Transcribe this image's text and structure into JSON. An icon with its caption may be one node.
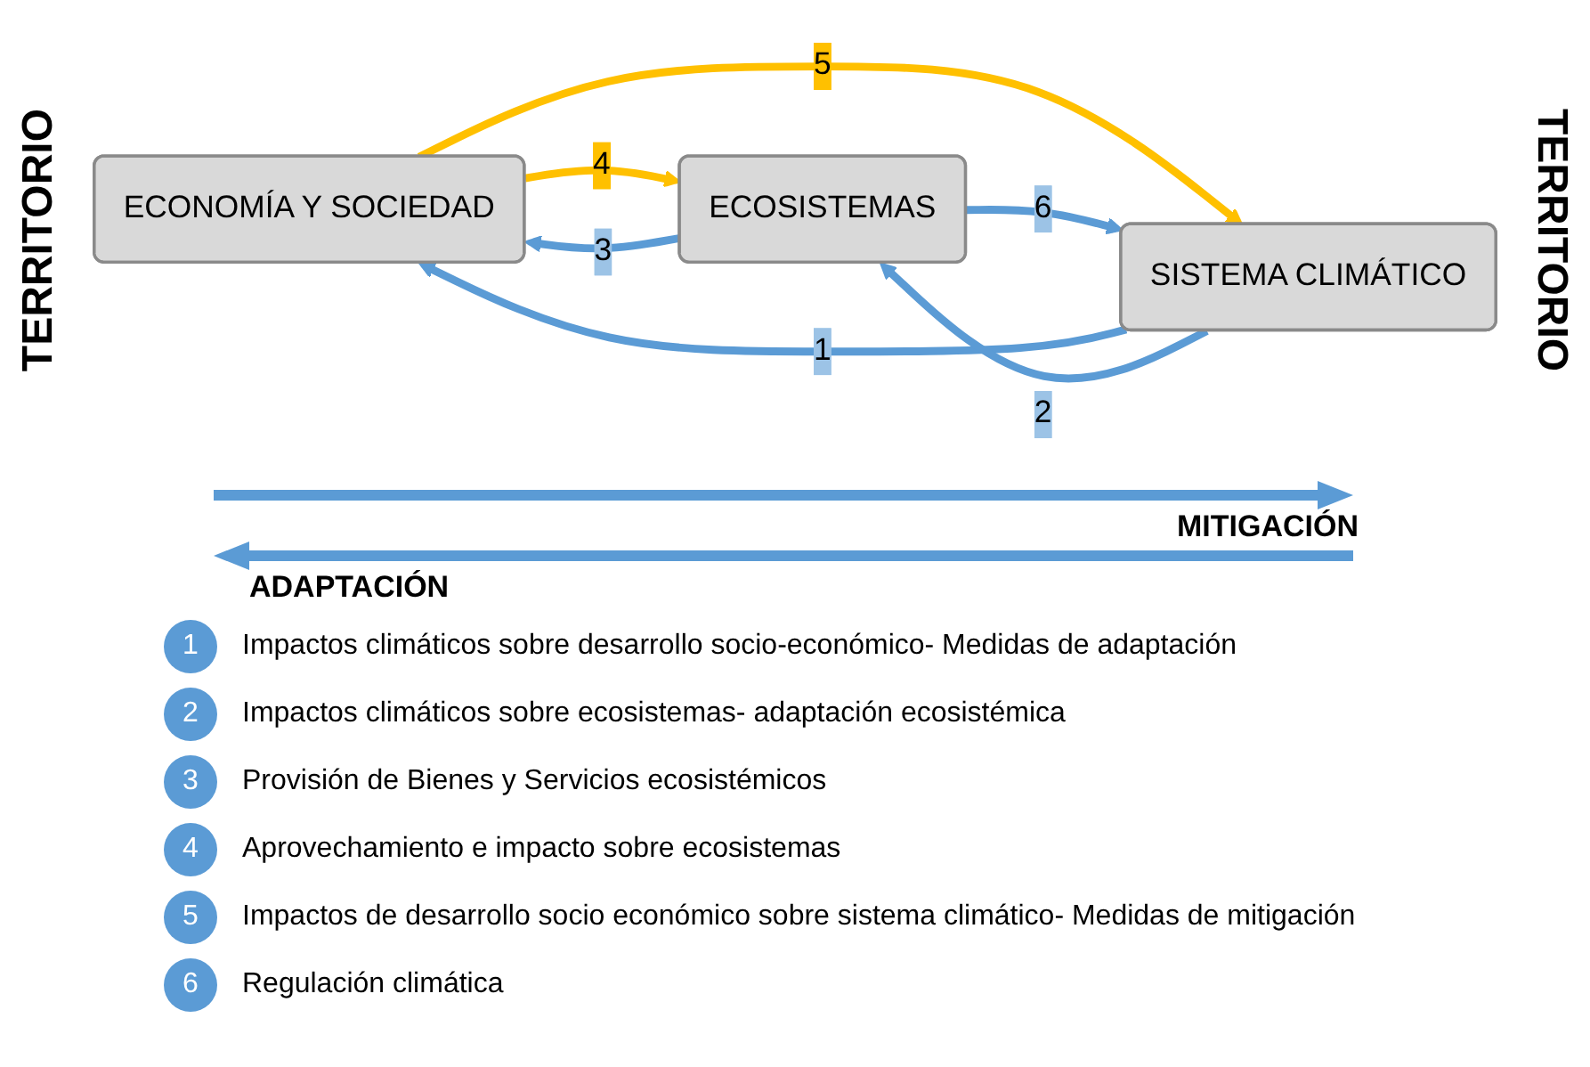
{
  "diagram": {
    "nodes": [
      {
        "text": [
          "ECONOMÍA Y SOCIEDAD"
        ]
      },
      {
        "text": [
          "ECOSISTEMAS"
        ]
      },
      {
        "text": [
          "SISTEMA CLIMÁTICO"
        ]
      }
    ],
    "edges": [
      {
        "from": 2,
        "to": 0,
        "arrow": "to",
        "label": "1"
      },
      {
        "from": 2,
        "to": 1,
        "arrow": "to",
        "label": "2"
      },
      {
        "from": 1,
        "to": 0,
        "arrow": "to",
        "label": "3"
      },
      {
        "from": 0,
        "to": 1,
        "arrow": "to",
        "label": "4",
        "color": "#ffc000"
      },
      {
        "from": 0,
        "to": 2,
        "arrow": "to",
        "label": "5",
        "color": "#ffc000"
      },
      {
        "from": 1,
        "to": 2,
        "arrow": "to",
        "label": "6"
      }
    ],
    "labels": [
      "TERRITORIO",
      "TERRITORIO",
      "MITIGACIÓN",
      "ADAPTACIÓN",
      "1",
      "2",
      "3",
      "4",
      "5",
      "6"
    ],
    "legend": [
      {
        "text": "Impactos climáticos sobre desarrollo socio-económico- Medidas de adaptación",
        "color": "#5b9bd5"
      },
      {
        "text": "Impactos climáticos sobre ecosistemas- adaptación ecosistémica",
        "color": "#5b9bd5"
      },
      {
        "text": "Provisión de Bienes y Servicios ecosistémicos",
        "color": "#5b9bd5"
      },
      {
        "text": "Aprovechamiento e impacto sobre ecosistemas",
        "color": "#5b9bd5"
      },
      {
        "text": "Impactos de desarrollo socio económico sobre sistema climático- Medidas de mitigación",
        "color": "#5b9bd5"
      },
      {
        "text": "Regulación climática",
        "color": "#5b9bd5"
      }
    ]
  }
}
